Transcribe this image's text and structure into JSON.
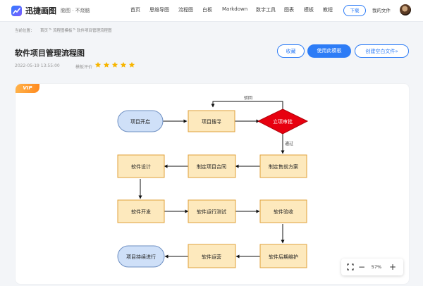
{
  "header": {
    "brand": "迅捷画图",
    "slogan": "脑图 · 不烧脑",
    "nav": [
      "首页",
      "思维导图",
      "流程图",
      "白板",
      "Markdown",
      "数字工具",
      "图表",
      "模板",
      "教程"
    ],
    "download_label": "下载",
    "myfiles_label": "我的文件"
  },
  "breadcrumb": [
    "当前位置：",
    "首页",
    ">",
    "流程图模板",
    ">",
    "软件项目管理流程图"
  ],
  "template": {
    "title": "软件项目管理流程图",
    "date": "2022-05-19 13:55:00",
    "rating_label": "模板评价",
    "rating": 5
  },
  "actions": {
    "favorite": "收藏",
    "use_template": "使用此模板",
    "create_blank": "创建空白文件»"
  },
  "vip_badge": "VIP",
  "flowchart": {
    "nodes": {
      "start": "项目开启",
      "search": "项目搜寻",
      "approval": "立项审批",
      "presale": "制定售前方案",
      "contract": "制定项目合同",
      "design": "软件设计",
      "develop": "软件开发",
      "test": "软件运行测试",
      "accept": "软件验收",
      "maintain": "软件后期维护",
      "operate": "软件运营",
      "continue": "项目持续进行"
    },
    "labels": {
      "reject": "驳回",
      "pass": "通过"
    }
  },
  "zoom": {
    "fit_icon": "fit-screen-icon",
    "minus": "−",
    "value": "57%",
    "plus": "+"
  },
  "colors": {
    "accent": "#2d7cf6",
    "process_fill": "#fde9bd",
    "process_border": "#e0a13a",
    "terminal_fill": "#cfe0f8",
    "terminal_border": "#6e8fc2",
    "decision_fill": "#e7000f",
    "vip": "#ff9b2e",
    "star": "#f7b500"
  }
}
